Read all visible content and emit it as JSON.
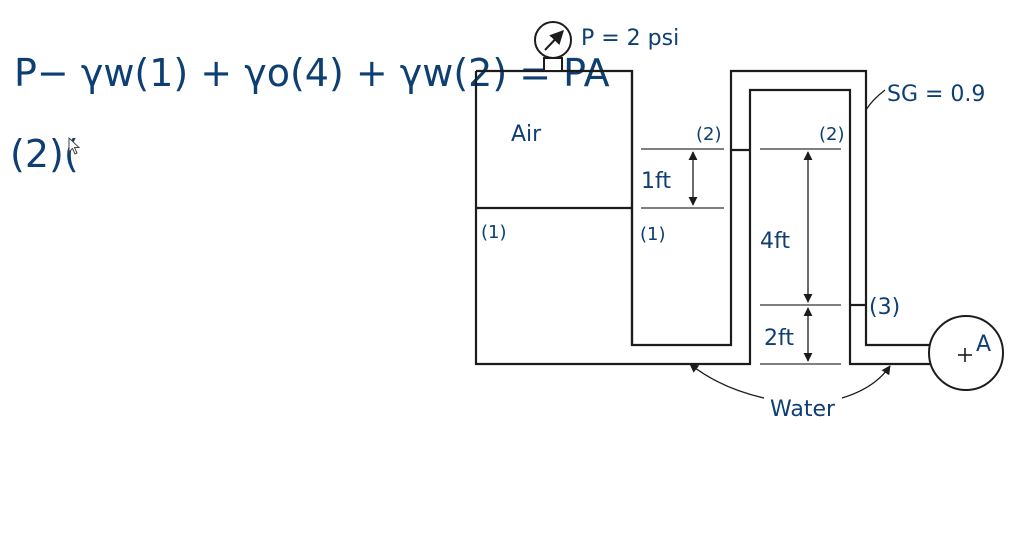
{
  "colors": {
    "ink": "#0d3f73",
    "line": "#1c1c1c",
    "background": "#ffffff"
  },
  "equation": {
    "line1": "P− γw(1) + γo(4) + γw(2) = PA",
    "line2": "(2)("
  },
  "diagram": {
    "gauge_label": "P = 2 psi",
    "air_label": "Air",
    "sg_label": "SG = 0.9",
    "level_labels": {
      "left_tank": "(1)",
      "left_leg": "(1)",
      "top_left": "(2)",
      "top_right": "(2)",
      "point3": "(3)"
    },
    "dimensions": {
      "d1": "1ft",
      "d4": "4ft",
      "d2": "2ft"
    },
    "point_a_label": "A",
    "water_label": "Water"
  },
  "icons": {
    "gauge": "pressure-gauge-icon",
    "cursor": "mouse-pointer-icon"
  }
}
